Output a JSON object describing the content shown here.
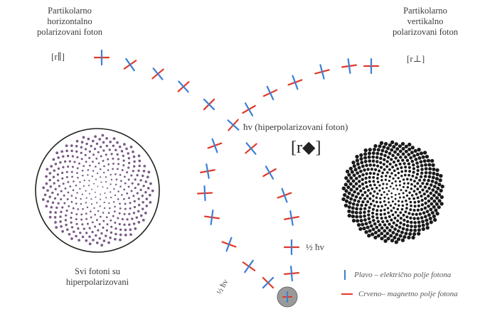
{
  "labels": {
    "left_photon": [
      "Partikolarno",
      "horizontalno",
      "polarizovani foton"
    ],
    "left_symbol": "[r∥]",
    "right_photon": [
      "Partikolarno",
      "vertikalno",
      "polarizovani foton"
    ],
    "right_symbol": "[r⊥]",
    "hyper_photon": "ħv (hiperpolarizovani foton)",
    "hyper_symbol": "[r◆]",
    "half_right": "½ ħv",
    "half_left": "½ ħv",
    "all_photons": [
      "Svi fotoni su",
      "hiperpolarizovani"
    ]
  },
  "legend": {
    "blue": "Plavo – električno polje fotona",
    "red": "Crveno– magnetno polje fotona"
  },
  "colors": {
    "electric": "#3b7fd6",
    "magnetic": "#e03a2a",
    "dot_purple": "#7a5a86",
    "dot_black": "#1a1a1a",
    "photon_ball": "#9a9a9a"
  }
}
